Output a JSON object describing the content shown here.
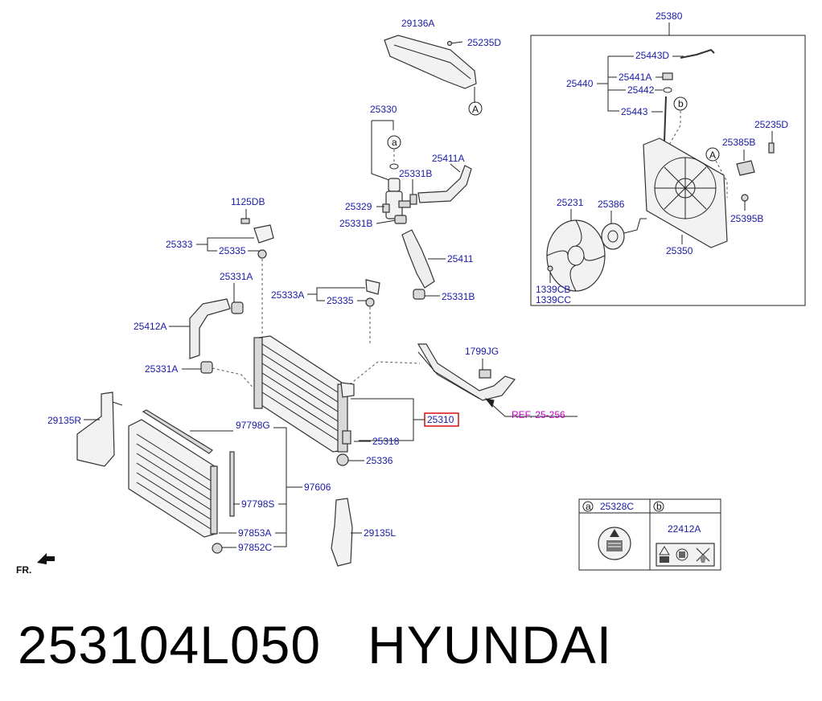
{
  "caption": {
    "part_number": "253104L050",
    "brand": "HYUNDAI"
  },
  "labels": {
    "p29136A": "29136A",
    "p25235D_top": "25235D",
    "circleA_top": "A",
    "p25330": "25330",
    "circle_a": "a",
    "p25411A": "25411A",
    "p25331B_1": "25331B",
    "p25329": "25329",
    "p25331B_2": "25331B",
    "p1125DB": "1125DB",
    "p25333": "25333",
    "p25335_1": "25335",
    "p25411": "25411",
    "p25331A_1": "25331A",
    "p25333A": "25333A",
    "p25335_2": "25335",
    "p25331B_3": "25331B",
    "p25412A": "25412A",
    "p25331A_2": "25331A",
    "p1799JG": "1799JG",
    "p29135R": "29135R",
    "p97798G": "97798G",
    "p25310": "25310",
    "ref": "REF. 25-256",
    "p25318": "25318",
    "p25336": "25336",
    "p97606": "97606",
    "p97798S": "97798S",
    "p29135L": "29135L",
    "p97853A": "97853A",
    "p97852C": "97852C",
    "fr": "FR.",
    "p25380": "25380",
    "p25443D": "25443D",
    "p25441A": "25441A",
    "p25440": "25440",
    "p25442": "25442",
    "circle_b": "b",
    "p25443": "25443",
    "p25235D_right": "25235D",
    "p25385B": "25385B",
    "circleA_right": "A",
    "p25231": "25231",
    "p25386": "25386",
    "p25395B": "25395B",
    "p25350": "25350",
    "p1339CB": "1339CB",
    "p1339CC": "1339CC",
    "legend_a": "a",
    "legend_25328C": "25328C",
    "legend_b": "b",
    "legend_22412A": "22412A"
  },
  "colors": {
    "label": "#1a1aa6",
    "reference": "#c000c0",
    "highlight_box": "#d01010",
    "line": "#222222"
  }
}
